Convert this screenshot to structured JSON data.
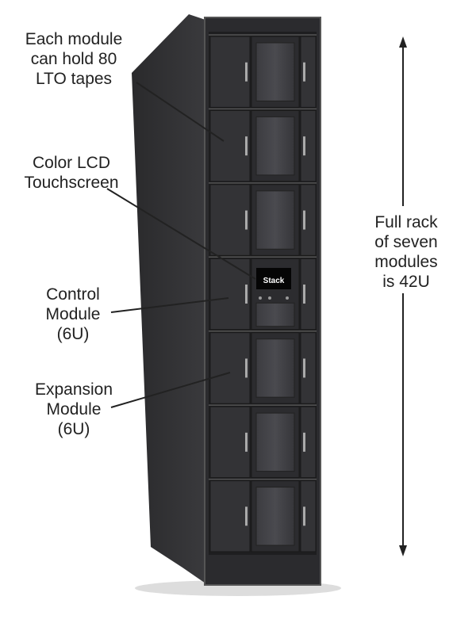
{
  "callouts": {
    "module_capacity": [
      "Each module",
      "can hold 80",
      "LTO tapes"
    ],
    "lcd": [
      "Color LCD",
      "Touchscreen"
    ],
    "control_module": [
      "Control",
      "Module",
      "(6U)"
    ],
    "expansion_module": [
      "Expansion",
      "Module",
      "(6U)"
    ]
  },
  "height_note": [
    "Full rack",
    "of seven",
    "modules",
    "is 42U"
  ],
  "lcd_logo": "Stack",
  "module_count": 7
}
